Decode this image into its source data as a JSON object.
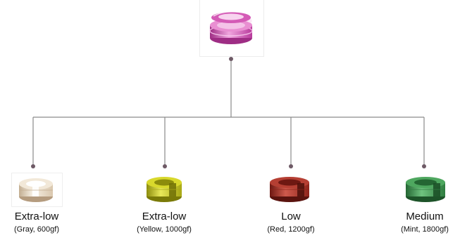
{
  "diagram": {
    "root": {
      "name": "pink-spring-clip",
      "colors": {
        "base": "#d24fb5",
        "light": "#f0a6de",
        "dark": "#9e2d84"
      }
    },
    "options": [
      {
        "label": "Extra-low",
        "detail": "(Gray, 600gf)",
        "colors": {
          "base": "#e7d8c3",
          "light": "#f7f0e4",
          "dark": "#c3ae92"
        }
      },
      {
        "label": "Extra-low",
        "detail": "(Yellow, 1000gf)",
        "colors": {
          "base": "#c9c91e",
          "light": "#e8e85a",
          "dark": "#8c8c0c"
        }
      },
      {
        "label": "Low",
        "detail": "(Red, 1200gf)",
        "colors": {
          "base": "#a82f24",
          "light": "#cf5a4c",
          "dark": "#6e1812"
        }
      },
      {
        "label": "Medium",
        "detail": "(Mint, 1800gf)",
        "colors": {
          "base": "#3f9651",
          "light": "#6fc27f",
          "dark": "#246633"
        }
      }
    ],
    "line_color": "#8a8a8a",
    "dot_color": "#6e5a66"
  }
}
